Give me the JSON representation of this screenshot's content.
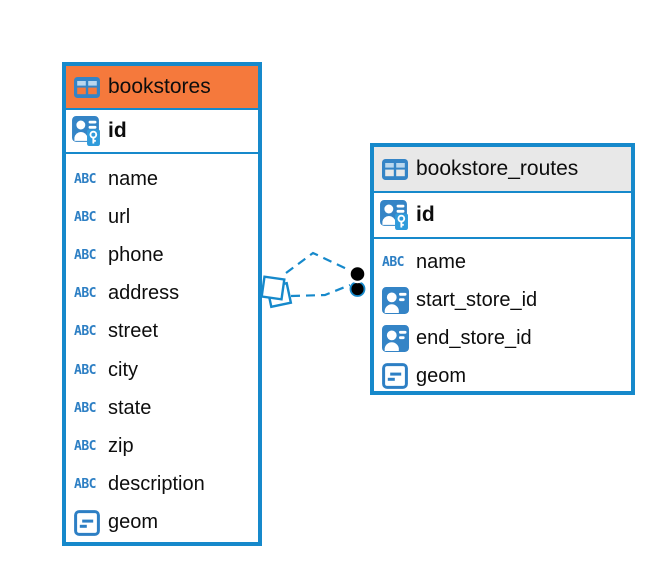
{
  "colors": {
    "accent_blue": "#1689cb",
    "icon_blue": "#3484c6",
    "bookstores_header_bg": "#f5793c",
    "routes_header_bg": "#e8e8e8",
    "text": "#0d0d0d",
    "relationship_line": "#1689cb",
    "relationship_dot": "#000000"
  },
  "icons": {
    "table_icon": "table-grid",
    "primary_key_icon": "person-with-key",
    "foreign_key_icon": "person-card",
    "text_type_glyph": "ABC",
    "geometry_type_icon": "box-with-lines"
  },
  "diagram": {
    "tables": [
      {
        "name": "bookstores",
        "header_bg_key": "bookstores_header_bg",
        "primary_key": "id",
        "columns": [
          {
            "label": "name",
            "type": "text"
          },
          {
            "label": "url",
            "type": "text"
          },
          {
            "label": "phone",
            "type": "text"
          },
          {
            "label": "address",
            "type": "text"
          },
          {
            "label": "street",
            "type": "text"
          },
          {
            "label": "city",
            "type": "text"
          },
          {
            "label": "state",
            "type": "text"
          },
          {
            "label": "zip",
            "type": "text"
          },
          {
            "label": "description",
            "type": "text"
          },
          {
            "label": "geom",
            "type": "geometry"
          }
        ]
      },
      {
        "name": "bookstore_routes",
        "header_bg_key": "routes_header_bg",
        "primary_key": "id",
        "columns": [
          {
            "label": "name",
            "type": "text"
          },
          {
            "label": "start_store_id",
            "type": "fk"
          },
          {
            "label": "end_store_id",
            "type": "fk"
          },
          {
            "label": "geom",
            "type": "geometry"
          }
        ]
      }
    ],
    "relationships": [
      {
        "from_table": "bookstores",
        "to_table": "bookstore_routes",
        "style": "dashed"
      },
      {
        "from_table": "bookstores",
        "to_table": "bookstore_routes",
        "style": "dashed"
      }
    ]
  }
}
